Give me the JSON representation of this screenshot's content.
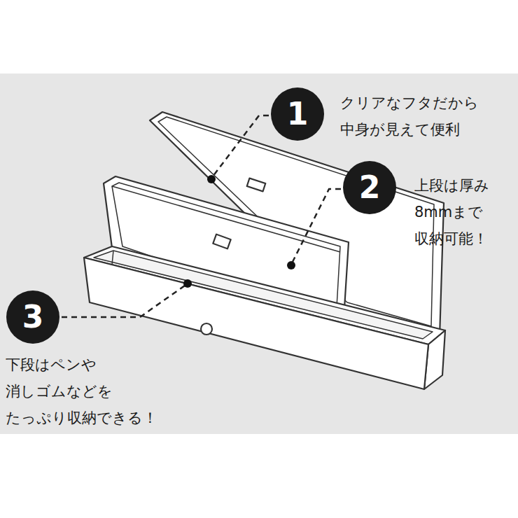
{
  "diagram": {
    "nodes": [
      {
        "text": [
          "1"
        ]
      },
      {
        "text": [
          "2"
        ]
      },
      {
        "text": [
          "3"
        ]
      }
    ],
    "labels": [
      "クリアなフタだから 中身が見えて便利",
      "上段は厚み 8mmまで 収納可能！",
      "下段はペンや 消しゴムなどを たっぷり収納できる！"
    ]
  }
}
